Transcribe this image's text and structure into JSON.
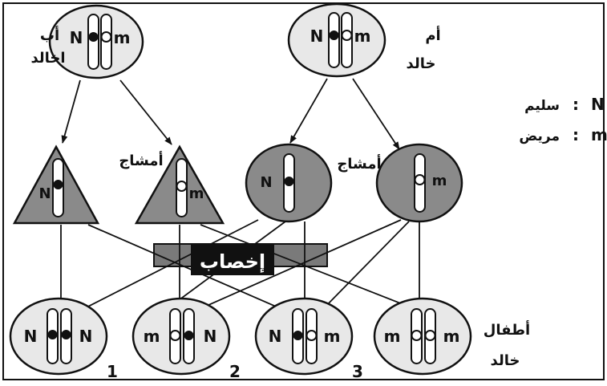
{
  "labels": {
    "father": [
      "أب",
      "اخالد"
    ],
    "mother": [
      "أم",
      "خالد"
    ],
    "gametes_left": "أمشاج",
    "gametes_right": "أمشاج",
    "fertilization": "إخصاب",
    "children": [
      "أطفال",
      "خالد"
    ]
  },
  "legend": [
    {
      "symbol": "N",
      "sep": ":",
      "meaning": "سليم"
    },
    {
      "symbol": "m",
      "sep": ":",
      "meaning": "مريض"
    }
  ],
  "alleles": {
    "normal": "N",
    "mutant": "m"
  },
  "child_numbers": [
    "1",
    "2",
    "3"
  ],
  "colors": {
    "light_cell": "#e8e8e8",
    "dark_cell": "#8a8a8a",
    "bar": "#7a7a7a",
    "ink": "#111111",
    "label_bg": "#111111"
  }
}
